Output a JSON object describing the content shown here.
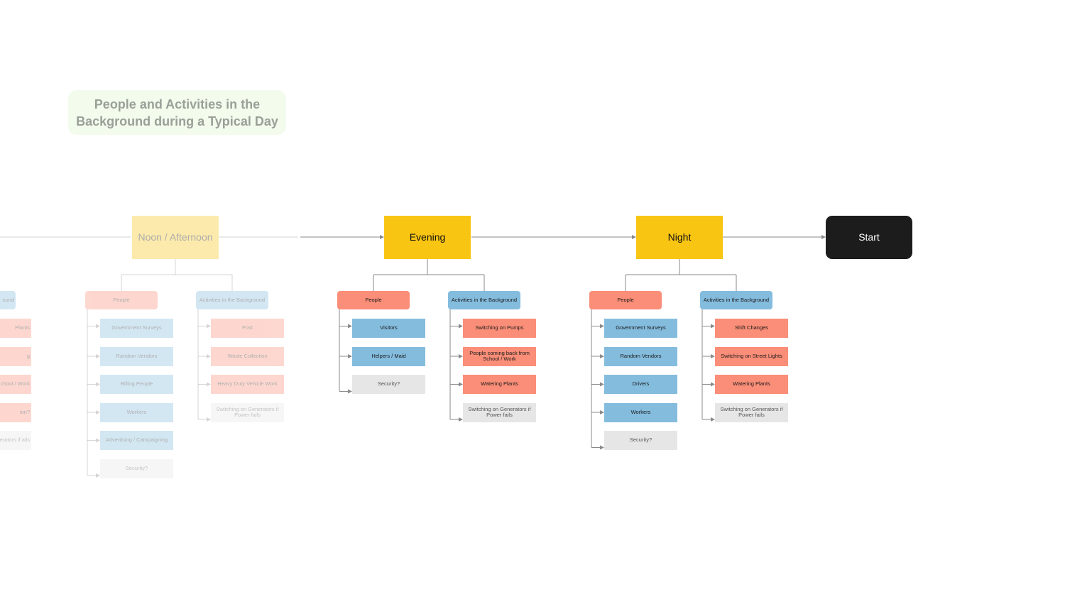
{
  "title": "People and Activities in the Background during a Typical Day",
  "colors": {
    "time_node": "#f9c513",
    "start_node": "#1c1c1c",
    "people": "#fa8e78",
    "activities": "#84bcde",
    "unsure": "#e6e6e6",
    "connector": "#8a8a8a"
  },
  "start": {
    "label": "Start"
  },
  "periods": [
    {
      "label": "Night",
      "people_label": "People",
      "activities_label": "Activities in the Background",
      "people": [
        {
          "label": "Government Surveys",
          "kind": "blue"
        },
        {
          "label": "Random Vendors",
          "kind": "blue"
        },
        {
          "label": "Drivers",
          "kind": "blue"
        },
        {
          "label": "Workers",
          "kind": "blue"
        },
        {
          "label": "Security?",
          "kind": "grey"
        }
      ],
      "activities": [
        {
          "label": "Shift Changes",
          "kind": "red"
        },
        {
          "label": "Switching on Street Lights",
          "kind": "red"
        },
        {
          "label": "Watering Plants",
          "kind": "red"
        },
        {
          "label": "Switching on Generators if Power fails",
          "kind": "grey"
        }
      ]
    },
    {
      "label": "Evening",
      "people_label": "People",
      "activities_label": "Activities in the Background",
      "people": [
        {
          "label": "Visitors",
          "kind": "blue"
        },
        {
          "label": "Helpers / Maid",
          "kind": "blue"
        },
        {
          "label": "Security?",
          "kind": "grey"
        }
      ],
      "activities": [
        {
          "label": "Switching on Pumps",
          "kind": "red"
        },
        {
          "label": "People coming back from School / Work",
          "kind": "red"
        },
        {
          "label": "Watering Plants",
          "kind": "red"
        },
        {
          "label": "Switching on Generators if Power fails",
          "kind": "grey"
        }
      ]
    },
    {
      "label": "Noon / Afternoon",
      "people_label": "People",
      "activities_label": "Activities in the Background",
      "people": [
        {
          "label": "Government Surveys",
          "kind": "blue"
        },
        {
          "label": "Random Vendors",
          "kind": "blue"
        },
        {
          "label": "Billing People",
          "kind": "blue"
        },
        {
          "label": "Workers",
          "kind": "blue"
        },
        {
          "label": "Advertising / Campaigning",
          "kind": "blue"
        },
        {
          "label": "Security?",
          "kind": "grey"
        }
      ],
      "activities": [
        {
          "label": "Post",
          "kind": "red"
        },
        {
          "label": "Waste Collection",
          "kind": "red"
        },
        {
          "label": "Heavy Duty Vehicle Work",
          "kind": "red"
        },
        {
          "label": "Switching on Generators if Power fails",
          "kind": "grey"
        }
      ]
    }
  ],
  "partial_left": {
    "header_label": "ound",
    "items": [
      {
        "label": "Plants",
        "kind": "red"
      },
      {
        "label": "g",
        "kind": "red"
      },
      {
        "label": "chool / Work",
        "kind": "red"
      },
      {
        "label": "ion?",
        "kind": "red"
      },
      {
        "label": "enerators if ails",
        "kind": "grey"
      }
    ]
  }
}
